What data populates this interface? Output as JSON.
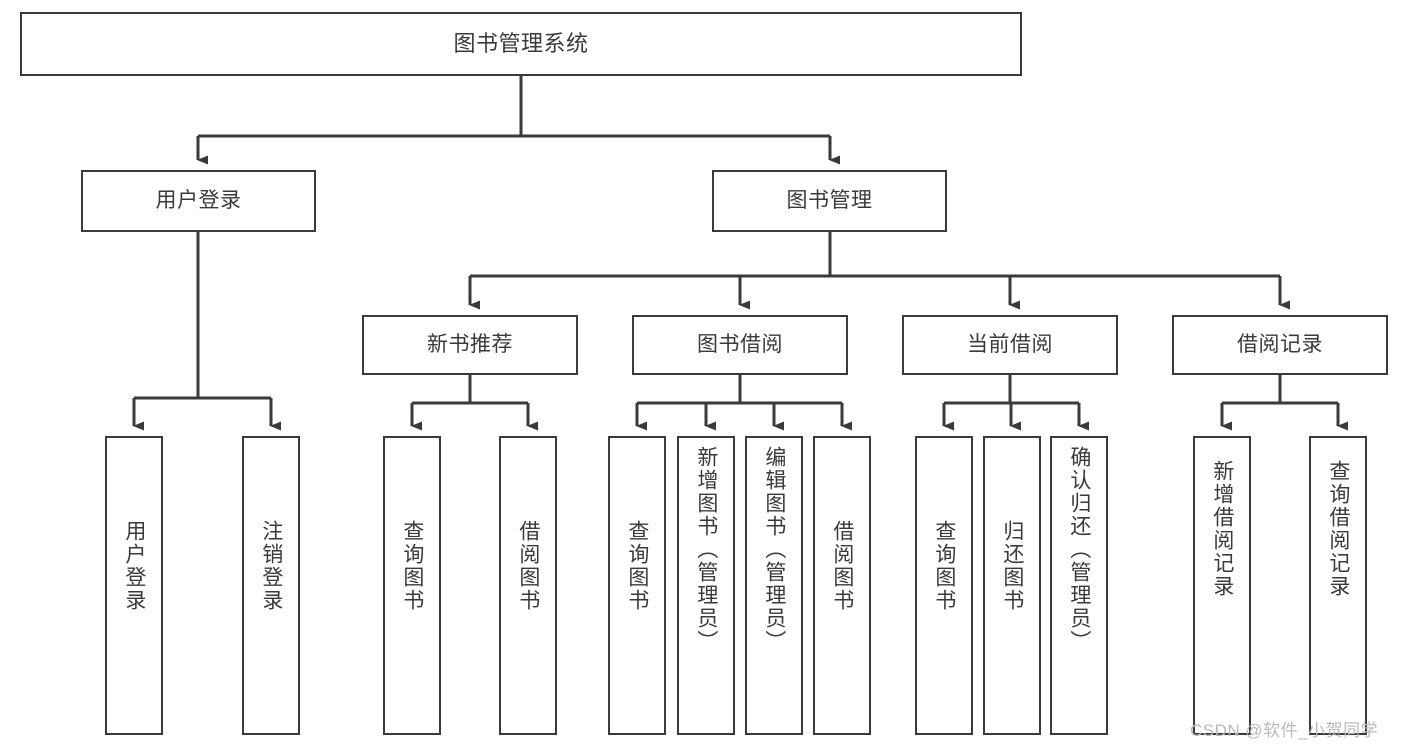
{
  "diagram": {
    "title": "图书管理系统",
    "type": "tree-hierarchy-chart",
    "colors": {
      "box_border": "#3a3a3a",
      "box_fill": "#ffffff",
      "edge": "#3a3a3a",
      "background": "#ffffff",
      "watermark": "#b9b9b9"
    },
    "root": {
      "label": "图书管理系统"
    },
    "level2": [
      {
        "label": "用户登录"
      },
      {
        "label": "图书管理"
      }
    ],
    "level3": [
      {
        "label": "新书推荐"
      },
      {
        "label": "图书借阅"
      },
      {
        "label": "当前借阅"
      },
      {
        "label": "借阅记录"
      }
    ],
    "leaves": {
      "user_login": [
        {
          "label": "用户登录"
        },
        {
          "label": "注销登录"
        }
      ],
      "new_book_recommend": [
        {
          "label": "查询图书"
        },
        {
          "label": "借阅图书"
        }
      ],
      "book_borrow": [
        {
          "label": "查询图书"
        },
        {
          "label": "新增图书（管理员）"
        },
        {
          "label": "编辑图书（管理员）"
        },
        {
          "label": "借阅图书"
        }
      ],
      "current_borrow": [
        {
          "label": "查询图书"
        },
        {
          "label": "归还图书"
        },
        {
          "label": "确认归还（管理员）"
        }
      ],
      "borrow_record": [
        {
          "label": "新增借阅记录"
        },
        {
          "label": "查询借阅记录"
        }
      ]
    }
  },
  "watermark": {
    "text": "CSDN @软件_小贺同学"
  }
}
